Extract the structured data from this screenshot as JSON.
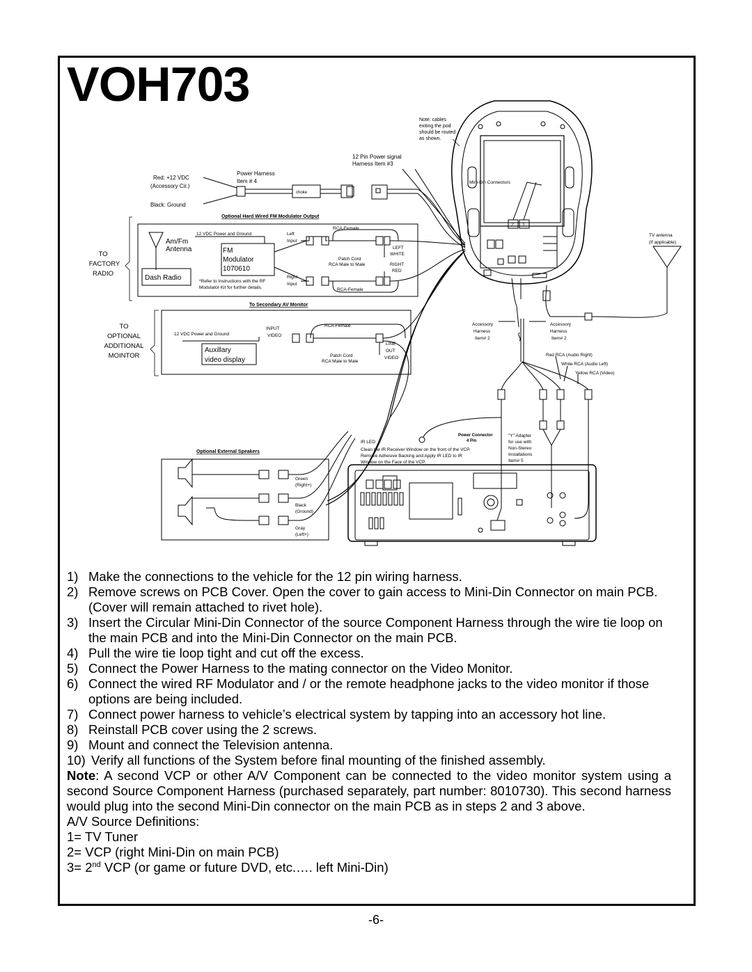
{
  "title": "VOH703",
  "page_number": "-6-",
  "diagram": {
    "note_cables": [
      "Note: cables",
      "exiting the pod",
      "should be routed",
      "as shown."
    ],
    "pin_power_signal": [
      "12 Pin Power signal",
      "Harness Item #3"
    ],
    "red_vdc": [
      "Red: +12 VDC",
      "(Accessory Cir.)"
    ],
    "power_harness": [
      "Power Harness",
      "Item # 4"
    ],
    "choke": "choke",
    "black_ground": "Black: Ground",
    "fm_output_title": "Optional Hard Wired FM Modulator Output",
    "vdc_power_ground": "12 VDC Power and Ground",
    "left_input": [
      "Left",
      "Input"
    ],
    "rca_female": "RCA-Female",
    "am_fm": "Am/Fm",
    "antenna": "Antenna",
    "fm_modulator": [
      "FM",
      "Modulator",
      "1070610"
    ],
    "dash_radio": "Dash Radio",
    "refer_note": [
      "*Refer to Instructions with the RF",
      "Modulator Kit for further details."
    ],
    "right_input": [
      "Right",
      "Input"
    ],
    "patch_cord": [
      "Patch Cord",
      "RCA Male to Male"
    ],
    "left_white": [
      "LEFT",
      "WHITE"
    ],
    "right_red": [
      "RIGHT",
      "RED"
    ],
    "to_factory_radio": [
      "TO",
      "FACTORY",
      "RADIO"
    ],
    "secondary_title": "To Secondary AV Monitor",
    "to_optional": [
      "TO",
      "OPTIONAL",
      "ADDITIONAL",
      "MOINTOR"
    ],
    "input_video": [
      "INPUT",
      "VIDEO"
    ],
    "auxillary": [
      "Auxillary",
      "video display"
    ],
    "line_out_video": [
      "LINE",
      "OUT",
      "VIDEO"
    ],
    "mini_din": "Mini-Din Connectors",
    "din_numbers": [
      "2",
      "1"
    ],
    "tv_antenna": [
      "TV antenna",
      "(If applicable)"
    ],
    "accessory_harness_2a": [
      "Accessory",
      "Harness",
      "Item# 2"
    ],
    "accessory_harness_2b": [
      "Accessory",
      "Harness",
      "Item# 2"
    ],
    "red_rca": "Red RCA (Audio Right)",
    "white_rca": "White RCA (Audio Left)",
    "yellow_rca": "Yellow RCA (Video)",
    "speakers_title": "Optional External Speakers",
    "green": [
      "Green",
      "(Right+)"
    ],
    "black": [
      "Black",
      "(Ground)"
    ],
    "gray": [
      "Gray",
      "(Left+)"
    ],
    "ir_led": "IR LED:",
    "power_connector": [
      "Power Connector",
      "4 Pin"
    ],
    "ir_clean": [
      "Clean the IR Receiver Window on the front of the VCP.",
      "Remove Adhesive Backing and Apply IR LED to IR",
      "Window on the Face of the VCP."
    ],
    "y_adapter": [
      "\"Y\" Adapter",
      "for use with",
      "Non-Stereo",
      "Installations",
      "Item# 5"
    ]
  },
  "steps": [
    {
      "num": "1)",
      "text": "Make the connections to the vehicle for the 12 pin wiring harness."
    },
    {
      "num": "2)",
      "text": "Remove screws on PCB Cover. Open the cover to gain access to Mini-Din Connector on main PCB.  (Cover will remain attached to rivet hole)."
    },
    {
      "num": "3)",
      "text": "Insert the Circular Mini-Din Connector of the source Component Harness through the wire tie loop on the main PCB and into the Mini-Din Connector on the main PCB."
    },
    {
      "num": "4)",
      "text": "Pull the wire tie loop tight and cut off the excess."
    },
    {
      "num": "5)",
      "text": "Connect the Power Harness to the mating connector on the Video Monitor."
    },
    {
      "num": "6)",
      "text": "Connect the wired RF Modulator and / or the remote headphone jacks to the video monitor if those options are being included."
    },
    {
      "num": "7)",
      "text": "Connect power harness to vehicle’s electrical system by tapping into an accessory hot line."
    },
    {
      "num": "8)",
      "text": "Reinstall PCB cover using the 2 screws."
    },
    {
      "num": "9)",
      "text": "Mount and connect the Television antenna."
    },
    {
      "num": "10)",
      "text": "Verify all functions of the System before final mounting of the finished assembly."
    }
  ],
  "note": {
    "label": "Note",
    "text": ":  A second VCP or other A/V Component can be connected to the video monitor system using a second Source Component Harness (purchased separately, part number: 8010730).  This second harness would plug into the second Mini-Din connector on the main PCB as in steps 2 and 3 above."
  },
  "definitions": {
    "heading": "A/V Source Definitions:",
    "line1": "1= TV Tuner",
    "line2": "2= VCP (right Mini-Din on main PCB)",
    "line3_pre": "3= 2",
    "line3_sup": "nd",
    "line3_post": " VCP (or game or future DVD, etc.…. left Mini-Din)"
  }
}
